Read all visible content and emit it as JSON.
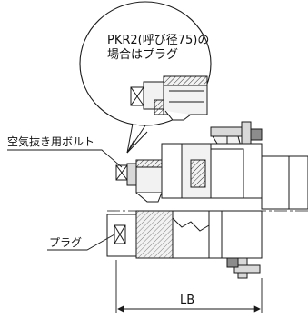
{
  "callout": {
    "line1": "PKR2(呼び径75)の",
    "line2": "場合はプラグ"
  },
  "labels": {
    "air_vent_bolt": "空気抜き用ボルト",
    "plug": "プラグ",
    "dimension_lb": "LB"
  },
  "colors": {
    "line": "#1a1a1a",
    "hatch": "#333333",
    "fill_light": "#f2f2f2",
    "fill_mid": "#d9d9d9",
    "fill_dark": "#8c8c8c",
    "background": "#ffffff"
  }
}
